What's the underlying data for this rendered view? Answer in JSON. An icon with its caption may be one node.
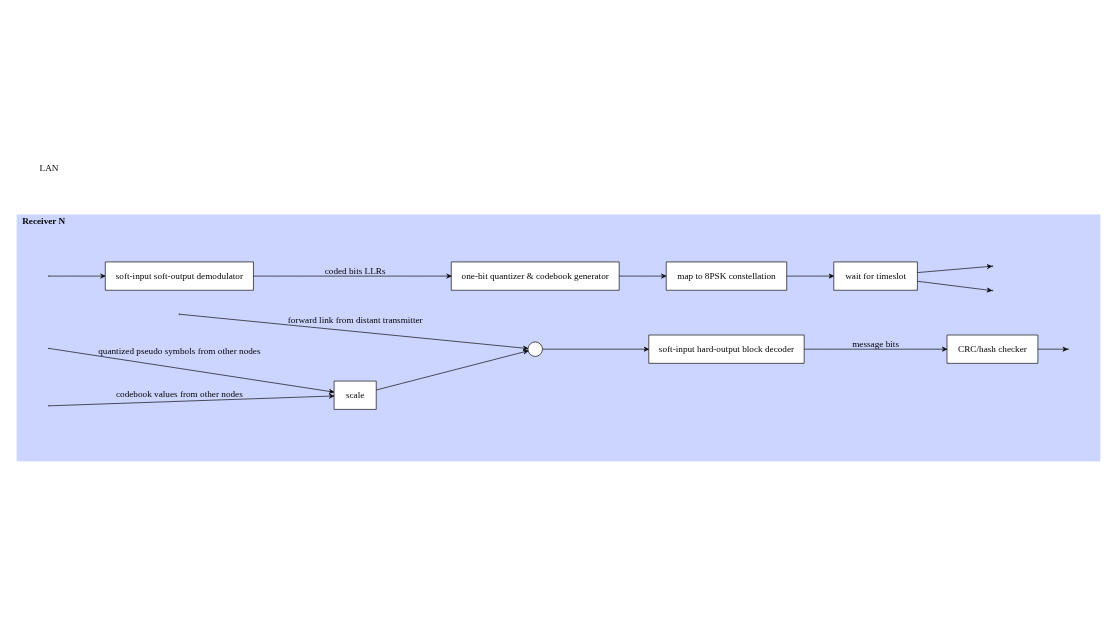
{
  "diagram": {
    "nodes": [
      {
        "text": [
          "Receiver N"
        ]
      },
      {
        "text": [
          "scale"
        ],
        "in": 0
      },
      {
        "text": [],
        "shape": "circle",
        "in": 0
      },
      {
        "text": [
          "soft-input hard-output block decoder"
        ],
        "in": 0
      },
      {
        "text": [
          "CRC/hash checker"
        ],
        "in": 0
      },
      {
        "text": [
          "soft-input soft-output demodulator"
        ],
        "in": 0
      },
      {
        "text": [
          "one-bit quantizer & codebook generator"
        ],
        "in": 0
      },
      {
        "text": [
          "map to 8PSK constellation"
        ],
        "in": 0
      },
      {
        "text": [
          "wait for timeslot"
        ],
        "in": 0
      }
    ],
    "edges": [
      {
        "from": null,
        "to": 2,
        "arrow": "to",
        "label": "forward link from distant transmitter"
      },
      {
        "from": null,
        "to": 5,
        "arrow": "to"
      },
      {
        "from": null,
        "to": 1,
        "arrow": "to",
        "label": "quantized pseudo symbols from other nodes"
      },
      {
        "from": null,
        "to": 1,
        "arrow": "to",
        "label": "codebook values from other nodes"
      },
      {
        "from": 1,
        "to": 2,
        "arrow": "to"
      },
      {
        "from": 2,
        "to": 3,
        "arrow": "to"
      },
      {
        "from": 3,
        "to": 4,
        "arrow": "to",
        "label": "message bits"
      },
      {
        "from": 4,
        "to": null,
        "arrow": "to"
      },
      {
        "from": 5,
        "to": 6,
        "arrow": "to",
        "label": "coded bits LLRs"
      },
      {
        "from": 6,
        "to": 7,
        "arrow": "to"
      },
      {
        "from": 7,
        "to": 8,
        "arrow": "to"
      },
      {
        "from": 8,
        "to": null,
        "arrow": "to"
      },
      {
        "from": 8,
        "to": null,
        "arrow": "to"
      }
    ],
    "labels": [
      "LAN"
    ]
  }
}
